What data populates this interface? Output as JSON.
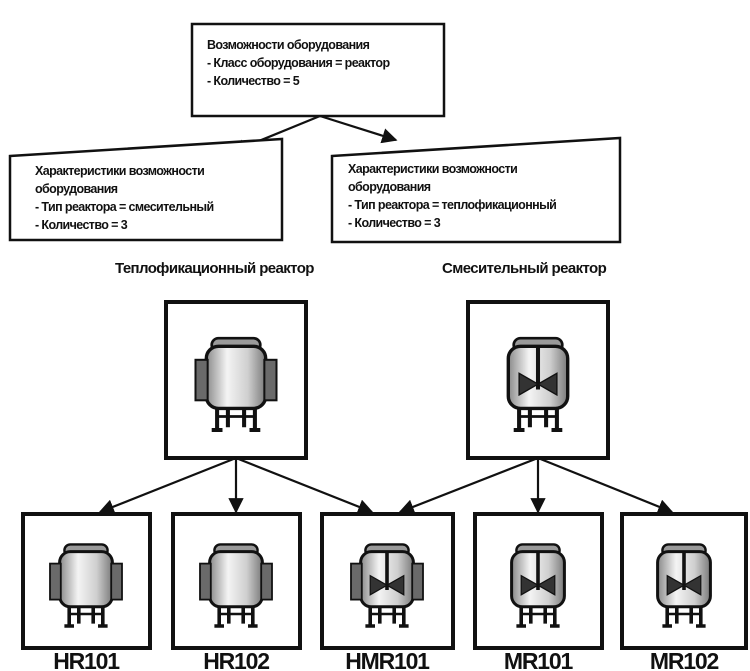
{
  "top_box": {
    "title": "Возможности оборудования",
    "line1": "- Класс оборудования = реактор",
    "line2": "- Количество = 5"
  },
  "left_box": {
    "line1": "Характеристики возможности",
    "line2": "оборудования",
    "line3": "- Тип реактора = смесительный",
    "line4": "- Количество = 3"
  },
  "right_box": {
    "line1": "Характеристики возможности",
    "line2": "оборудования",
    "line3": "- Тип реактора = теплофикационный",
    "line4": "- Количество = 3"
  },
  "classes": {
    "heating": "Теплофикационный реактор",
    "mixing": "Смесительный реактор"
  },
  "units": [
    "HR101",
    "HR102",
    "HMR101",
    "MR101",
    "MR102"
  ],
  "icons": {
    "heating_reactor": "heating-reactor-icon",
    "mixing_reactor": "mixing-reactor-icon",
    "heating_mixing_reactor": "heating-mixing-reactor-icon"
  }
}
